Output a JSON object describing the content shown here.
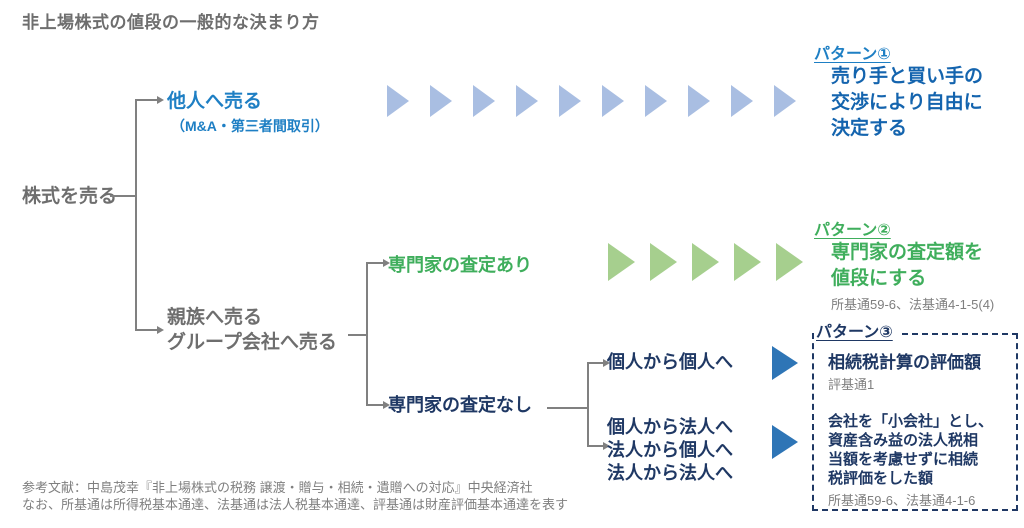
{
  "title": "非上場株式の値段の一般的な決まり方",
  "root": {
    "label": "株式を売る"
  },
  "branches": {
    "sell_to_others": {
      "label": "他人へ売る",
      "sub": "（M&A・第三者間取引）"
    },
    "sell_to_relatives": {
      "lines": [
        "親族へ売る",
        "グループ会社へ売る"
      ]
    },
    "with_appraisal": {
      "label": "専門家の査定あり"
    },
    "without_appraisal": {
      "label": "専門家の査定なし"
    },
    "person_to_person": {
      "label": "個人から個人へ"
    },
    "corporate_cases": {
      "lines": [
        "個人から法人へ",
        "法人から個人へ",
        "法人から法人へ"
      ]
    }
  },
  "patterns": {
    "p1": {
      "label": "パターン①",
      "lines": [
        "売り手と買い手の",
        "交渉により自由に",
        "決定する"
      ]
    },
    "p2": {
      "label": "パターン②",
      "lines": [
        "専門家の査定額を",
        "値段にする"
      ],
      "ref": "所基通59-6、法基通4-1-5(4)"
    },
    "p3": {
      "label": "パターン③",
      "item1_title": "相続税計算の評価額",
      "item1_ref": "評基通1",
      "item2_lines": [
        "会社を「小会社」とし、",
        "資産含み益の法人税相",
        "当額を考慮せずに相続",
        "税評価をした額"
      ],
      "item2_ref": "所基通59-6、法基通4-1-6"
    }
  },
  "arrows": {
    "lightblue_count": 10,
    "lightgreen_count": 5
  },
  "footer": {
    "line1": "参考文献：中島茂幸『非上場株式の税務 譲渡・贈与・相続・遺贈への対応』中央経済社",
    "line2": "なお、所基通は所得税基本通達、法基通は法人税基本通達、評基通は財産評価基本通達を表す"
  },
  "colors": {
    "title_gray": "#6e6e6e",
    "line_gray": "#808080",
    "bright_blue": "#1e7fc4",
    "dark_blue": "#1464ae",
    "light_blue_arrow": "#a9bee2",
    "green": "#3fae5c",
    "light_green_arrow": "#a6cf8e",
    "navy": "#1f3864",
    "medium_blue_arrow": "#2e75b6",
    "ref_gray": "#7f7f7f"
  }
}
